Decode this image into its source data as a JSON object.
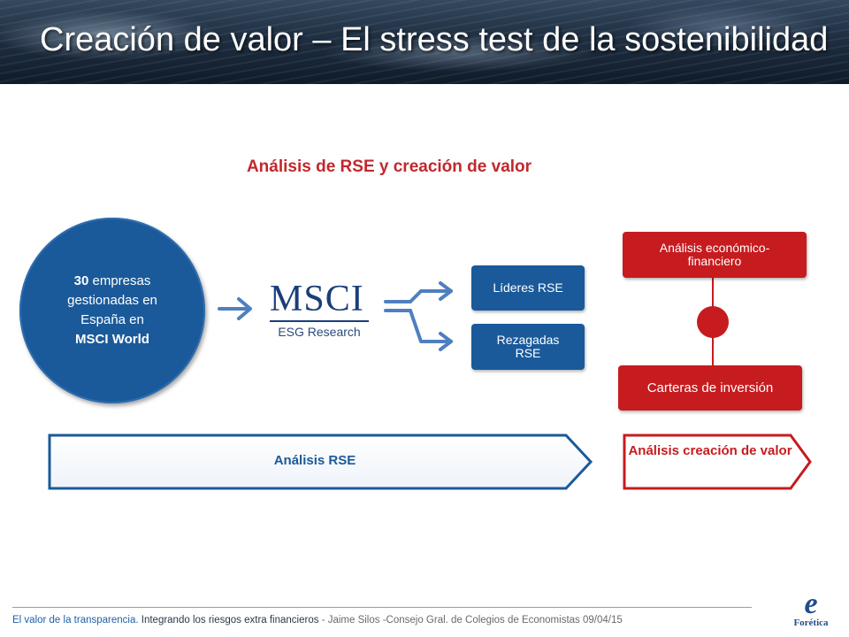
{
  "slide": {
    "title": "Creación de valor – El stress test de la sostenibilidad",
    "subtitle": "Análisis de RSE y creación de valor"
  },
  "circle": {
    "count": "30",
    "line1_rest": " empresas",
    "line2": "gestionadas en",
    "line3": "España en",
    "line4": "MSCI World"
  },
  "logo": {
    "brand": "MSCI",
    "sub": "ESG Research"
  },
  "boxes": {
    "leaders": "Líderes RSE",
    "laggards": "Rezagadas RSE",
    "economic": "Análisis económico-financiero",
    "portfolios": "Carteras de inversión"
  },
  "arrows": {
    "rse": "Análisis RSE",
    "value": "Análisis creación de valor"
  },
  "footer": {
    "part1": "El valor de la transparencia.",
    "part2": " Integrando los riesgos extra financieros ",
    "part3": " - Jaime Silos  -Consejo Gral. de Colegios de Economistas 09/04/15"
  },
  "brand": {
    "mark": "e",
    "name": "Forética"
  },
  "colors": {
    "blue": "#1b5a9a",
    "red": "#c61b1f",
    "title_red": "#c0282d"
  }
}
